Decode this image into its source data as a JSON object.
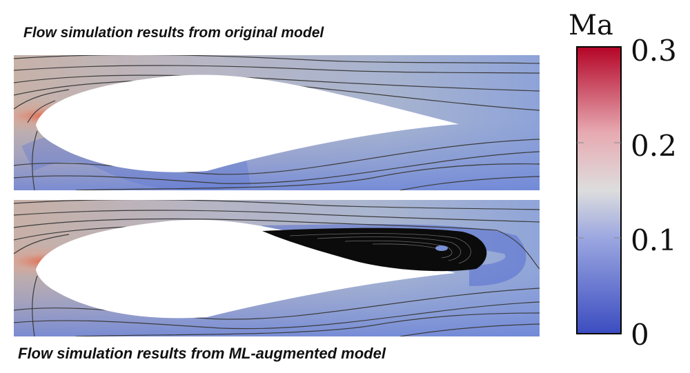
{
  "captions": {
    "top": "Flow simulation results from original model",
    "bottom": "Flow simulation results from ML-augmented model"
  },
  "colorbar": {
    "label": "Ma",
    "ticks": [
      "0.3",
      "0.2",
      "0.1",
      "0"
    ],
    "colors": {
      "low": "#3b4cc0",
      "mid": "#dddddd",
      "high": "#b40426"
    }
  },
  "panels": [
    {
      "name": "original model",
      "separation_bubble": false
    },
    {
      "name": "ML-augmented model",
      "separation_bubble": true
    }
  ]
}
